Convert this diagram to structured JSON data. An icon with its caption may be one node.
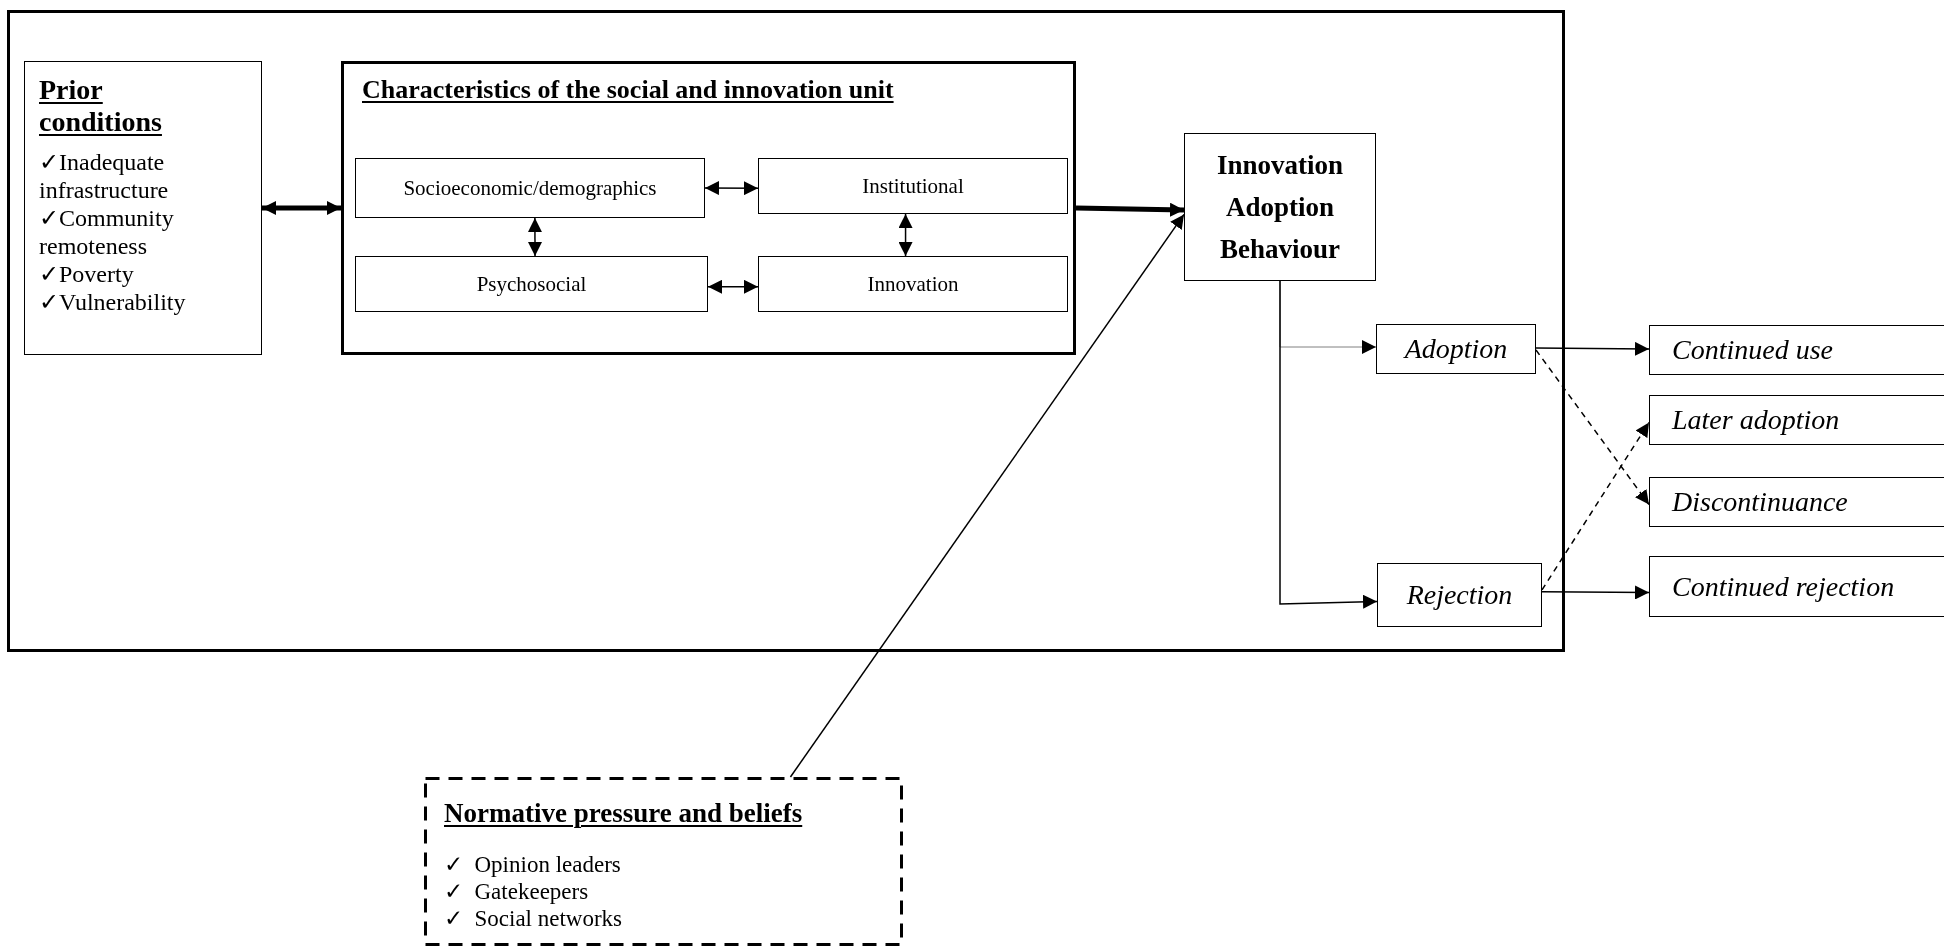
{
  "diagram": {
    "nodes": [
      {
        "text": [
          "Prior conditions",
          "✓Inadequate infrastructure",
          "✓Community remoteness",
          "✓Poverty",
          "✓Vulnerability"
        ]
      },
      {
        "text": [
          "Characteristics of the social and innovation unit"
        ]
      },
      {
        "text": [
          "Socioeconomic/demographics"
        ],
        "in": 1
      },
      {
        "text": [
          "Institutional"
        ],
        "in": 1
      },
      {
        "text": [
          "Psychosocial"
        ],
        "in": 1
      },
      {
        "text": [
          "Innovation"
        ],
        "in": 1
      },
      {
        "text": [
          "Innovation Adoption Behaviour"
        ]
      },
      {
        "text": [
          "Adoption"
        ]
      },
      {
        "text": [
          "Rejection"
        ]
      },
      {
        "text": [
          "Continued use"
        ]
      },
      {
        "text": [
          "Later adoption"
        ]
      },
      {
        "text": [
          "Discontinuance"
        ]
      },
      {
        "text": [
          "Continued rejection"
        ]
      },
      {
        "text": [
          "Normative pressure and beliefs",
          "✓  Opinion leaders",
          "✓  Gatekeepers",
          "✓  Social networks"
        ]
      }
    ],
    "edges": [
      {
        "from": 0,
        "to": 1,
        "arrow": "both",
        "style": "thick"
      },
      {
        "from": 2,
        "to": 3,
        "arrow": "both"
      },
      {
        "from": 2,
        "to": 4,
        "arrow": "both"
      },
      {
        "from": 3,
        "to": 5,
        "arrow": "both"
      },
      {
        "from": 4,
        "to": 5,
        "arrow": "both"
      },
      {
        "from": 1,
        "to": 6,
        "arrow": "to",
        "style": "thick"
      },
      {
        "from": 13,
        "to": 6,
        "arrow": "to"
      },
      {
        "from": 6,
        "to": 7,
        "arrow": "to",
        "color": "#808080"
      },
      {
        "from": 6,
        "to": 8,
        "arrow": "to"
      },
      {
        "from": 7,
        "to": 9,
        "arrow": "to"
      },
      {
        "from": 7,
        "to": 11,
        "arrow": "to",
        "style": "dashed"
      },
      {
        "from": 8,
        "to": 12,
        "arrow": "to"
      },
      {
        "from": 8,
        "to": 10,
        "arrow": "to",
        "style": "dashed"
      }
    ]
  }
}
